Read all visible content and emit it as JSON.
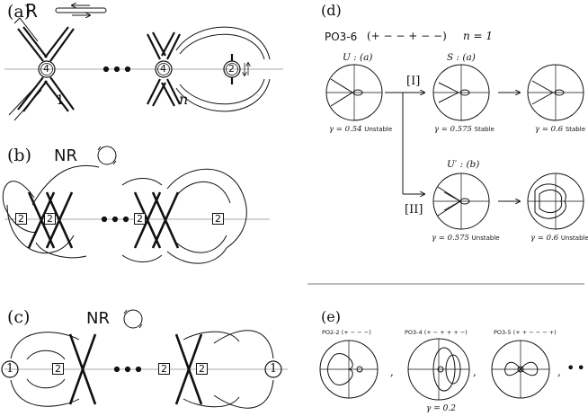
{
  "panels": {
    "a": {
      "label": "(a)",
      "type_label": "R",
      "node_left": "4",
      "node_mid": "4",
      "node_right": "2",
      "index_left": "1",
      "index_right": "n"
    },
    "b": {
      "label": "(b)",
      "type_label": "NR",
      "boxes": [
        "2",
        "2",
        "2",
        "2"
      ]
    },
    "c": {
      "label": "(c)",
      "type_label": "NR",
      "end_left": "1",
      "end_right": "1",
      "boxes": [
        "2",
        "2",
        "2"
      ]
    },
    "d": {
      "label": "(d)",
      "orbit_name": "PO3-6",
      "orbit_signs": "(+ − − + − −)",
      "n_label": "n = 1",
      "branch_I": "[I]",
      "branch_II": "[II]",
      "top_row": [
        {
          "title": "U : (a)",
          "gamma": "γ = 0.54",
          "status": "Unstable"
        },
        {
          "title": "S : (a)",
          "gamma": "γ = 0.575",
          "status": "Stable"
        },
        {
          "title": "",
          "gamma": "γ = 0.6",
          "status": "Stable"
        }
      ],
      "bottom_row": [
        {
          "title": "U′ : (b)",
          "gamma": "γ = 0.575",
          "status": "Unstable"
        },
        {
          "title": "",
          "gamma": "γ = 0.6",
          "status": "Unstable"
        }
      ]
    },
    "e": {
      "label": "(e)",
      "orbits": [
        {
          "name": "PO2-2",
          "signs": "(+ − − −)"
        },
        {
          "name": "PO3-4",
          "signs": "(+ − + + + −)"
        },
        {
          "name": "PO3-5",
          "signs": "(+ + − − − +)"
        }
      ],
      "separator": ",",
      "gamma_note": "γ = 0.2"
    }
  }
}
